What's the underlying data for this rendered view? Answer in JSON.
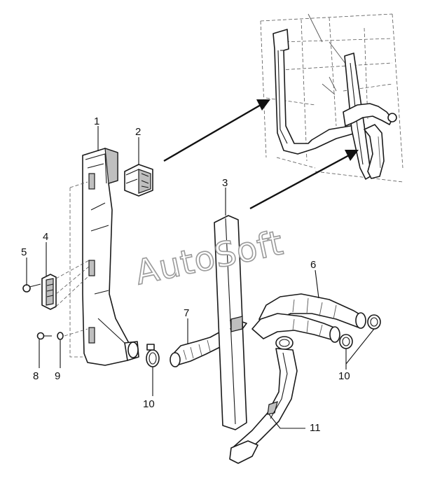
{
  "watermark": "AutoSoft",
  "callouts": [
    {
      "id": "c1",
      "label": "1"
    },
    {
      "id": "c2",
      "label": "2"
    },
    {
      "id": "c3",
      "label": "3"
    },
    {
      "id": "c4",
      "label": "4"
    },
    {
      "id": "c5",
      "label": "5"
    },
    {
      "id": "c6",
      "label": "6"
    },
    {
      "id": "c7",
      "label": "7"
    },
    {
      "id": "c8",
      "label": "8"
    },
    {
      "id": "c9",
      "label": "9"
    },
    {
      "id": "c10a",
      "label": "10"
    },
    {
      "id": "c10b",
      "label": "10"
    },
    {
      "id": "c11",
      "label": "11"
    }
  ],
  "colors": {
    "ink": "#1a1a1a",
    "shading": "#bfbfbf",
    "watermark_outline": "#9a9a9a"
  }
}
